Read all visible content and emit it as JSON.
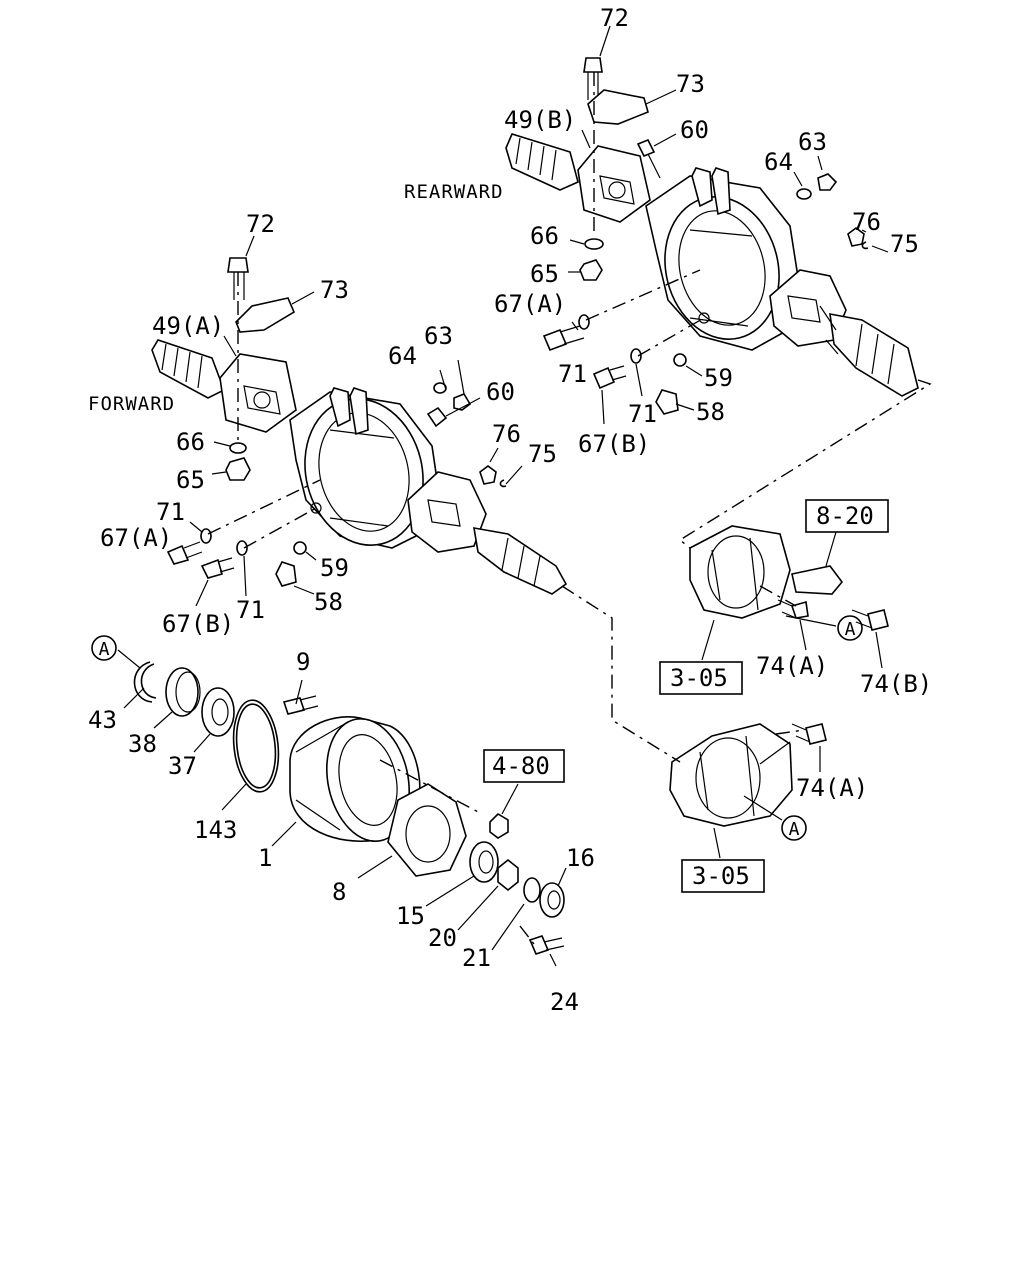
{
  "diagram": {
    "direction_labels": {
      "forward": "FORWARD",
      "rearward": "REARWARD"
    },
    "callouts": {
      "p72_top": "72",
      "p73_top": "73",
      "p49b": "49(B)",
      "p60_top": "60",
      "p63_top": "63",
      "p64_top": "64",
      "p76_top": "76",
      "p75_top": "75",
      "p66_top": "66",
      "p65_top": "65",
      "p67a_top": "67(A)",
      "p71a_top": "71",
      "p59_top": "59",
      "p71b_top": "71",
      "p58_top": "58",
      "p67b_top": "67(B)",
      "p72_left": "72",
      "p73_left": "73",
      "p49a": "49(A)",
      "p64_left": "64",
      "p63_left": "63",
      "p60_left": "60",
      "p76_left": "76",
      "p75_left": "75",
      "p66_left": "66",
      "p65_left": "65",
      "p71a_left": "71",
      "p67a_left": "67(A)",
      "p59_left": "59",
      "p67b_left": "67(B)",
      "p71b_left": "71",
      "p58_left": "58",
      "p9": "9",
      "p43": "43",
      "p38": "38",
      "p37": "37",
      "p143": "143",
      "p1": "1",
      "p8": "8",
      "p15": "15",
      "p20": "20",
      "p21": "21",
      "p16": "16",
      "p24": "24",
      "p74a_right": "74(A)",
      "p74b": "74(B)",
      "p74a_lower": "74(A)"
    },
    "reference_boxes": {
      "ref_820": "8-20",
      "ref_305_upper": "3-05",
      "ref_480": "4-80",
      "ref_305_lower": "3-05"
    },
    "circle_markers": {
      "a_left": "A",
      "a_mid": "A",
      "a_lower": "A"
    }
  }
}
